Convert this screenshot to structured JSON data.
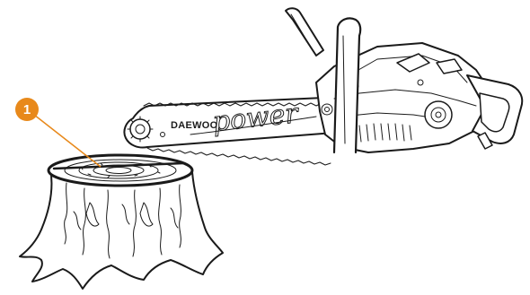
{
  "callout": {
    "number": "1",
    "color": "#e8891b"
  },
  "chainsaw": {
    "brand": "DAEWOO",
    "script_word": "power"
  }
}
